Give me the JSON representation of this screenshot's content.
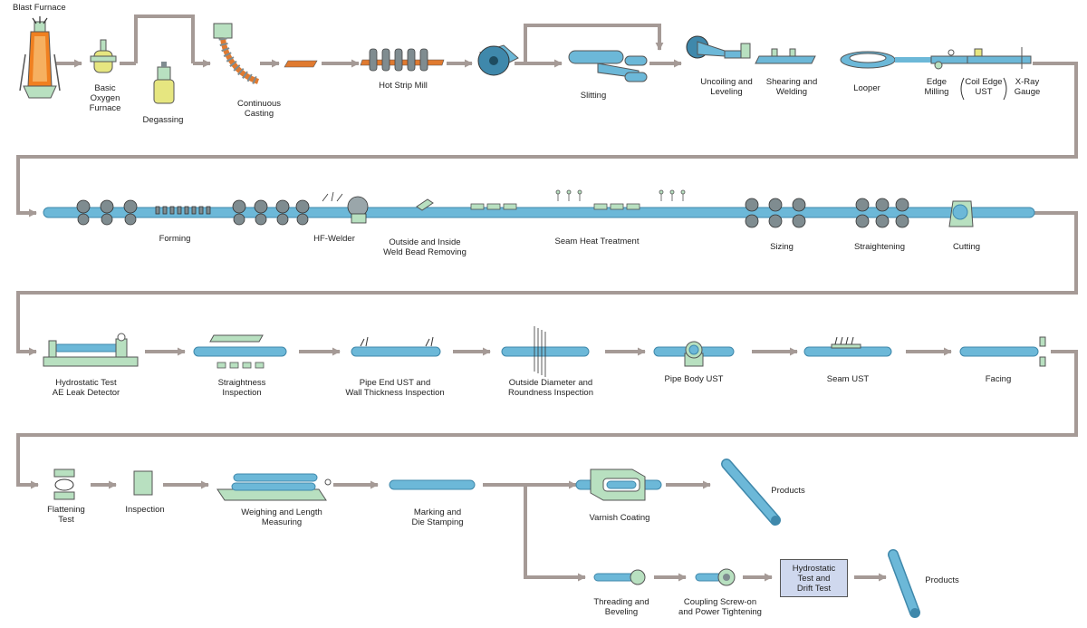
{
  "colors": {
    "flow_line": "#a59a96",
    "pipe": "#6cb8d8",
    "pipe_dark": "#3f88ab",
    "equipment": "#b8e0c0",
    "roll": "#7f8c90",
    "hot_strip": "#e07a30",
    "furnace_flame": "#f08020",
    "box_fill": "#cfd8ee"
  },
  "row1": {
    "blast_furnace": "Blast Furnace",
    "basic_oxygen_furnace": "Basic\nOxygen\nFurnace",
    "degassing": "Degassing",
    "continuous_casting": "Continuous\nCasting",
    "hot_strip_mill": "Hot Strip Mill",
    "slitting": "Slitting",
    "uncoiling_leveling": "Uncoiling and\nLeveling",
    "shearing_welding": "Shearing and\nWelding",
    "looper": "Looper",
    "edge_milling": "Edge\nMilling",
    "coil_edge_ust": "Coil Edge\nUST",
    "xray_gauge": "X-Ray\nGauge"
  },
  "row2": {
    "forming": "Forming",
    "hf_welder": "HF-Welder",
    "weld_bead_removing": "Outside and Inside\nWeld Bead Removing",
    "seam_heat_treatment": "Seam Heat Treatment",
    "sizing": "Sizing",
    "straightening": "Straightening",
    "cutting": "Cutting"
  },
  "row3": {
    "hydrostatic_ae": "Hydrostatic Test\nAE Leak Detector",
    "straightness_inspection": "Straightness\nInspection",
    "pipe_end_ust": "Pipe End UST and\nWall Thickness Inspection",
    "od_roundness": "Outside  Diameter  and\nRoundness  Inspection",
    "pipe_body_ust": "Pipe Body UST",
    "seam_ust": "Seam UST",
    "facing": "Facing"
  },
  "row4": {
    "flattening_test": "Flattening\nTest",
    "inspection": "Inspection",
    "weighing_measuring": "Weighing and Length\nMeasuring",
    "marking_stamping": "Marking and\nDie Stamping",
    "varnish_coating": "Varnish Coating",
    "products_1": "Products",
    "threading_beveling": "Threading and\nBeveling",
    "coupling": "Coupling Screw-on\nand Power Tightening",
    "hydrostatic_drift": "Hydrostatic\nTest and\nDrift Test",
    "products_2": "Products"
  }
}
